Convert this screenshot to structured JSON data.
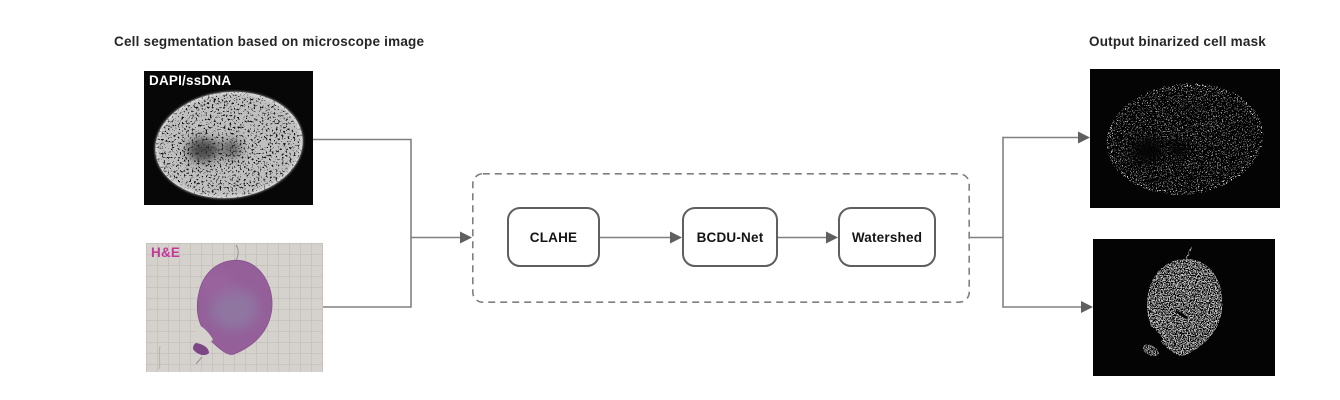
{
  "diagram": {
    "left": {
      "title": "Cell segmentation based on microscope image",
      "inputs": [
        {
          "label": "DAPI/ssDNA",
          "name": "dapi-ssdna-microscope-image"
        },
        {
          "label": "H&E",
          "name": "he-stained-microscope-image"
        }
      ]
    },
    "pipeline": {
      "container": "dashed-rounded-box",
      "nodes": [
        {
          "label": "CLAHE"
        },
        {
          "label": "BCDU-Net"
        },
        {
          "label": "Watershed"
        }
      ]
    },
    "right": {
      "title": "Output binarized cell mask",
      "outputs": [
        {
          "name": "binarized-mask-of-dapi-image"
        },
        {
          "name": "binarized-mask-of-he-image"
        }
      ]
    },
    "colors": {
      "background": "#ffffff",
      "title_text": "#262626",
      "node_border": "#5f5f5f",
      "dashed_border": "#7f7f7f",
      "connector": "#808080",
      "arrowhead": "#5f5f5f",
      "dapi_label": "#ffffff",
      "he_label": "#c23a97",
      "mask_background": "#040404",
      "mask_speckle": "#dcdcdc",
      "tissue_purple": "#95609a",
      "grid_paper_bg": "#d5d2cd"
    }
  }
}
